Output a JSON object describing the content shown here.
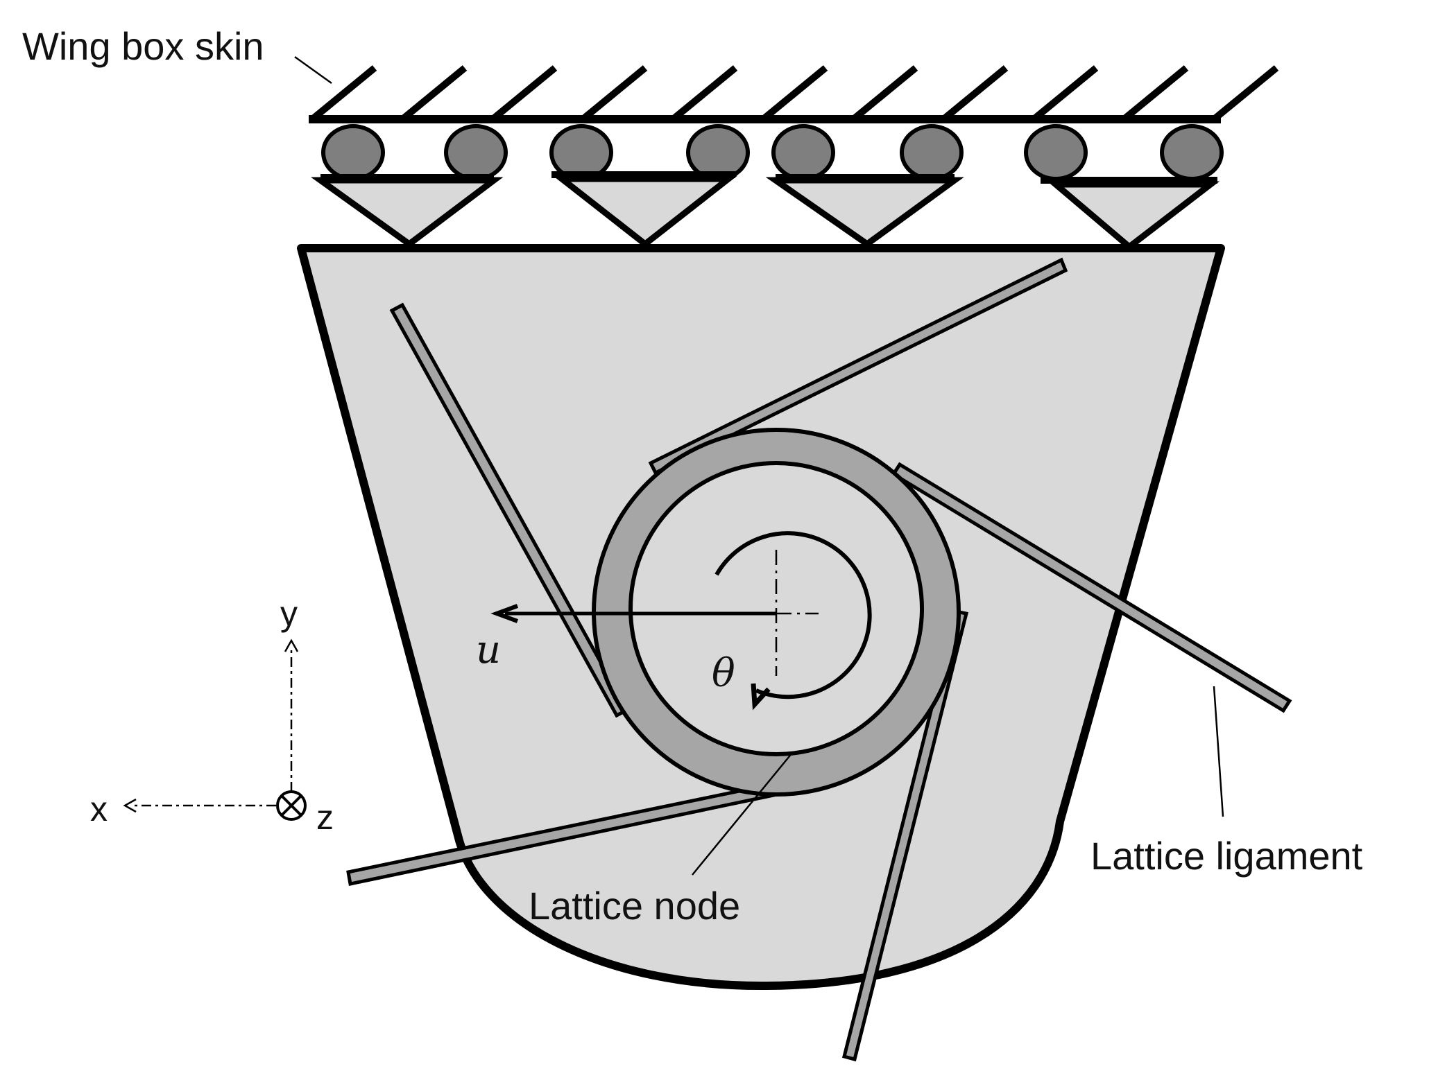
{
  "labels": {
    "wing_box_skin": "Wing box skin",
    "lattice_node": "Lattice node",
    "lattice_ligament": "Lattice ligament",
    "displacement_symbol": "u",
    "rotation_symbol": "θ",
    "axis_x": "x",
    "axis_y": "y",
    "axis_z": "z"
  },
  "colors": {
    "fill_body": "#d9d9d9",
    "fill_ligament": "#a6a6a6",
    "fill_roller": "#7f7f7f",
    "stroke": "#000000"
  }
}
